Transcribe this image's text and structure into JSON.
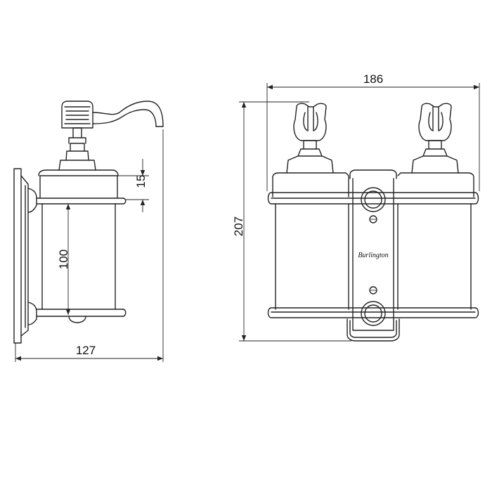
{
  "dimensions": {
    "side_depth": "127",
    "front_width": "186",
    "front_height": "207",
    "bottle_height": "100",
    "ring_offset": "15"
  },
  "brand": {
    "logo_text": "Burlington"
  }
}
